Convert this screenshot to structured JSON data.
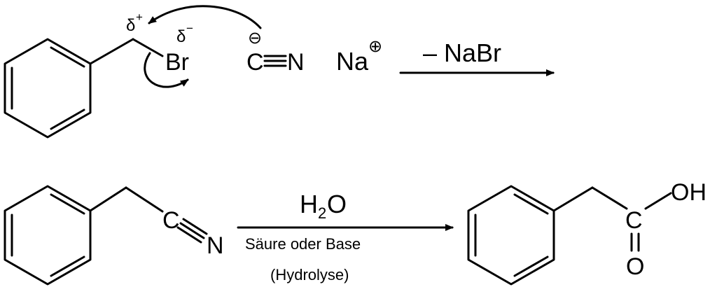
{
  "step1": {
    "delta_plus": "δ",
    "delta_plus_sign": "+",
    "delta_minus": "δ",
    "delta_minus_sign": "−",
    "leaving_atom": "Br",
    "cyanide_c": "C",
    "cyanide_n": "N",
    "cyanide_charge": "⊖",
    "counter_ion": "Na",
    "counter_ion_charge": "⊕",
    "byproduct_label": "– NaBr"
  },
  "step2": {
    "nitrile_c": "C",
    "nitrile_n": "N",
    "reagent_main": "H",
    "reagent_sub": "2",
    "reagent_tail": "O",
    "condition": "Säure oder Base",
    "process": "(Hydrolyse)",
    "acid_c": "C",
    "acid_oh": "OH",
    "acid_o": "O"
  }
}
